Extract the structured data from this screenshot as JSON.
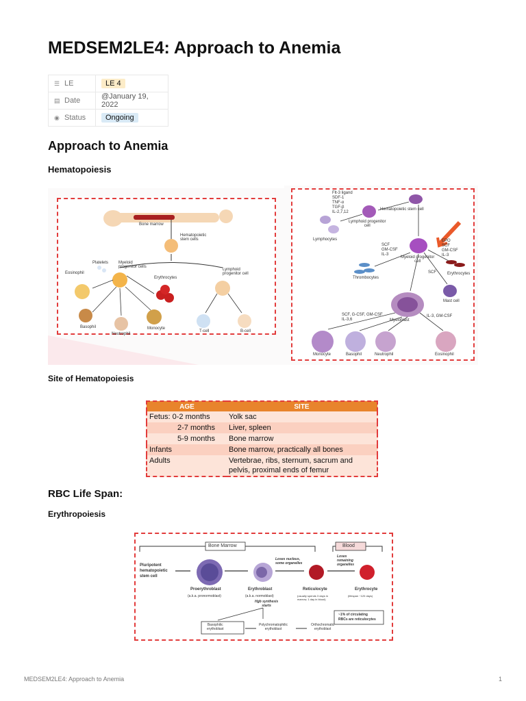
{
  "page": {
    "title": "MEDSEM2LE4: Approach to Anemia",
    "footer_title": "MEDSEM2LE4: Approach to Anemia",
    "page_number": "1"
  },
  "properties": [
    {
      "icon": "list-icon",
      "key": "LE",
      "value": "LE 4",
      "color": "#fcecc8"
    },
    {
      "icon": "calendar-icon",
      "key": "Date",
      "value": "@January 19, 2022",
      "color": ""
    },
    {
      "icon": "status-icon",
      "key": "Status",
      "value": "Ongoing",
      "color": "#d9eaf6"
    }
  ],
  "sections": {
    "approach": "Approach to Anemia",
    "hematopoiesis": "Hematopoiesis",
    "site": "Site of Hematopoiesis",
    "rbc": "RBC Life Span:",
    "erythropoiesis": "Erythropoiesis"
  },
  "figure_left": {
    "bone_marrow": "Bone marrow",
    "stem": "Hematopoietic\nstem cells",
    "myeloid": "Myeloid\nprogenitor cells",
    "lymphoid": "Lymphoid\nprogenitor cell",
    "platelets": "Platelets",
    "eosinophil": "Eosinophil",
    "erythrocytes": "Erythrocytes",
    "basophil": "Basophil",
    "neutrophil": "Neutrophil",
    "monocyte": "Monocyte",
    "tcell": "T-cell",
    "bcell": "B-cell"
  },
  "figure_right": {
    "cytokines": "Flt-3 ligand\nSDF-1\nTNF-α\nTGF-β\nIL-2,7,12",
    "stem": "Hematopoietic stem cell",
    "lymphoid": "Lymphoid progenitor\ncell",
    "lymphocytes": "Lymphocytes",
    "scf1": "SCF\nGM-CSF\nIL-3",
    "epo": "EPO\nSCF\nGM-CSF\nIL-3",
    "myeloid": "Myeloid progenitor\ncell",
    "thrombocytes": "Thrombocytes",
    "erythrocytes": "Erythrocytes",
    "scf2": "SCF",
    "mast": "Mast cell",
    "gcsf": "SCF, G-CSF, GM-CSF\nIL-3,6",
    "il3": "IL-3, GM-CSF",
    "myeloblast": "Myeloblast",
    "monocyte": "Monocyte",
    "basophil": "Basophil",
    "neutrophil": "Neutrophil",
    "eosinophil": "Eosinophil"
  },
  "site_table": {
    "headers": [
      "AGE",
      "SITE"
    ],
    "rows": [
      [
        "Fetus: 0-2 months",
        "Yolk sac"
      ],
      [
        "2-7 months",
        "Liver, spleen"
      ],
      [
        "5-9 months",
        "Bone marrow"
      ],
      [
        "Infants",
        "Bone marrow, practically all bones"
      ],
      [
        "Adults",
        "Vertebrae, ribs, sternum, sacrum and pelvis, proximal ends of femur"
      ]
    ]
  },
  "erythro_figure": {
    "bone_marrow": "Bone Marrow",
    "blood": "Blood",
    "pluri": "Pluripotent\nhematopoietic\nstem cell",
    "loses_nucleus": "Loses nucleus,\nsome organelles",
    "loses_remaining": "Loses\nremaining\norganelles",
    "proeryth": "Proerythroblast",
    "proeryth_sub": "(a.k.a. pronormoblast)",
    "eryth": "Erythroblast",
    "eryth_sub": "(a.k.a. normoblast)",
    "retic": "Reticulocyte",
    "retic_sub": "(usually spends 3 days in\nmarrow, 1 day in blood)",
    "erythrocyte": "Erythrocyte",
    "erythrocyte_sub": "(lifespan ~120 days)",
    "hgb": "Hgb synthesis\nstarts",
    "basophilic": "Basophilic\nerythoblast",
    "poly": "Polychromatophilic\nerythoblast",
    "ortho": "Orthochromatic\nerythoblast",
    "note": "~1% of circulating\nRBCs are reticulocytes"
  }
}
